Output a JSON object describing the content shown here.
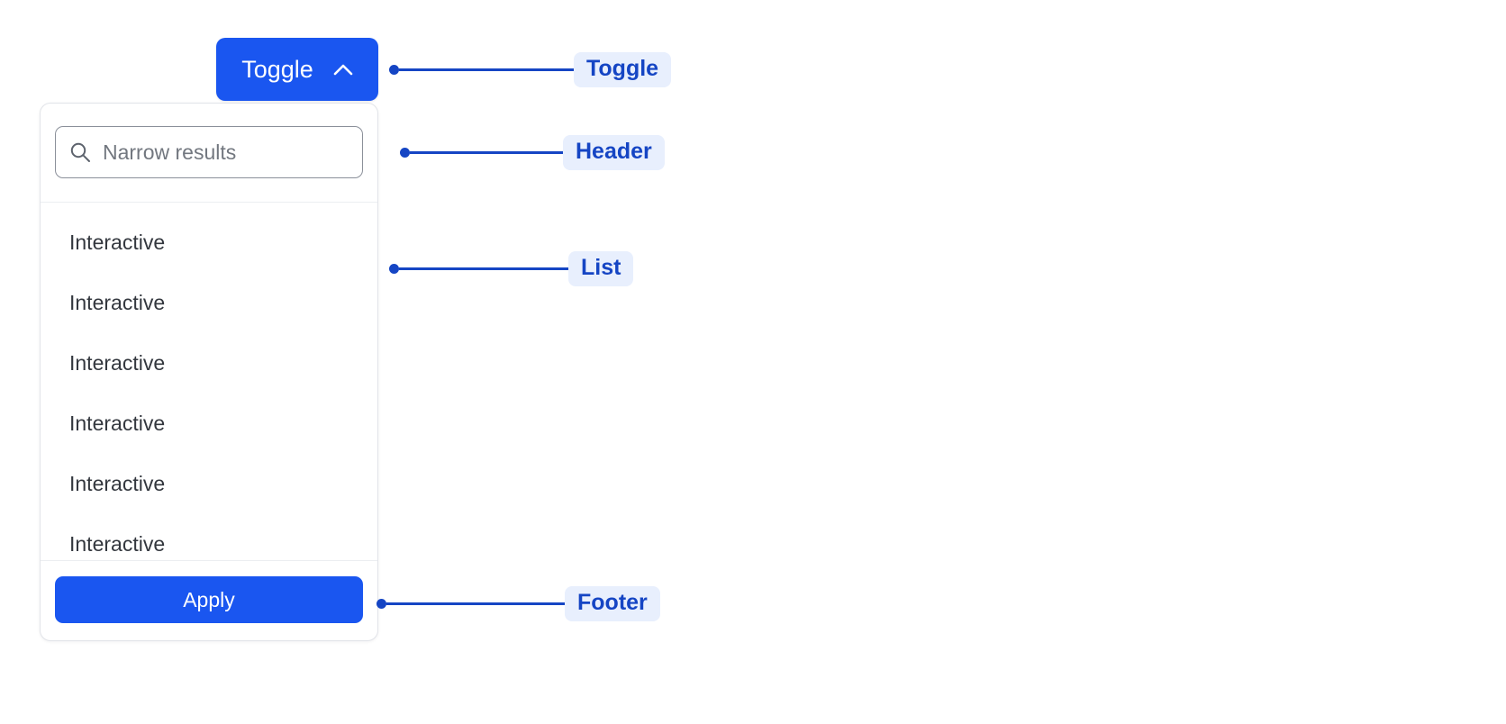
{
  "toggle": {
    "label": "Toggle",
    "icon": "chevron-up-icon",
    "color": "#1a56f0",
    "text_color": "#ffffff"
  },
  "panel": {
    "header": {
      "search": {
        "icon": "search-icon",
        "placeholder": "Narrow results",
        "value": ""
      }
    },
    "list": {
      "items": [
        {
          "label": "Interactive"
        },
        {
          "label": "Interactive"
        },
        {
          "label": "Interactive"
        },
        {
          "label": "Interactive"
        },
        {
          "label": "Interactive"
        },
        {
          "label": "Interactive"
        }
      ]
    },
    "footer": {
      "apply_label": "Apply",
      "apply_color": "#1a56f0"
    },
    "border_color": "#e2e4e9",
    "background": "#ffffff"
  },
  "annotations": {
    "accent_color": "#1545c4",
    "badge_background": "#e8effd",
    "items": [
      {
        "label": "Toggle",
        "line_length": 196
      },
      {
        "label": "Header",
        "line_length": 172
      },
      {
        "label": "List",
        "line_length": 190
      },
      {
        "label": "Footer",
        "line_length": 200
      }
    ]
  }
}
